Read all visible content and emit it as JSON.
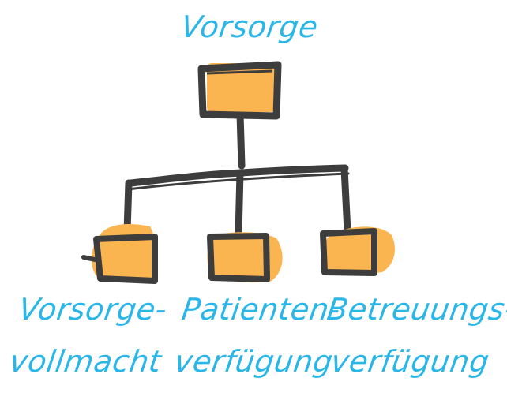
{
  "root": {
    "label": "Vorsorge"
  },
  "children": [
    {
      "line1": "Vorsorge-",
      "line2": "vollmacht"
    },
    {
      "line1": "Patienten-",
      "line2": "verfügung"
    },
    {
      "line1": "Betreuungs-",
      "line2": "verfügung"
    }
  ],
  "colors": {
    "label": "#29b6e8",
    "box_fill": "#fbb550",
    "box_stroke": "#3d3d3d",
    "connector": "#3d3d3d"
  }
}
